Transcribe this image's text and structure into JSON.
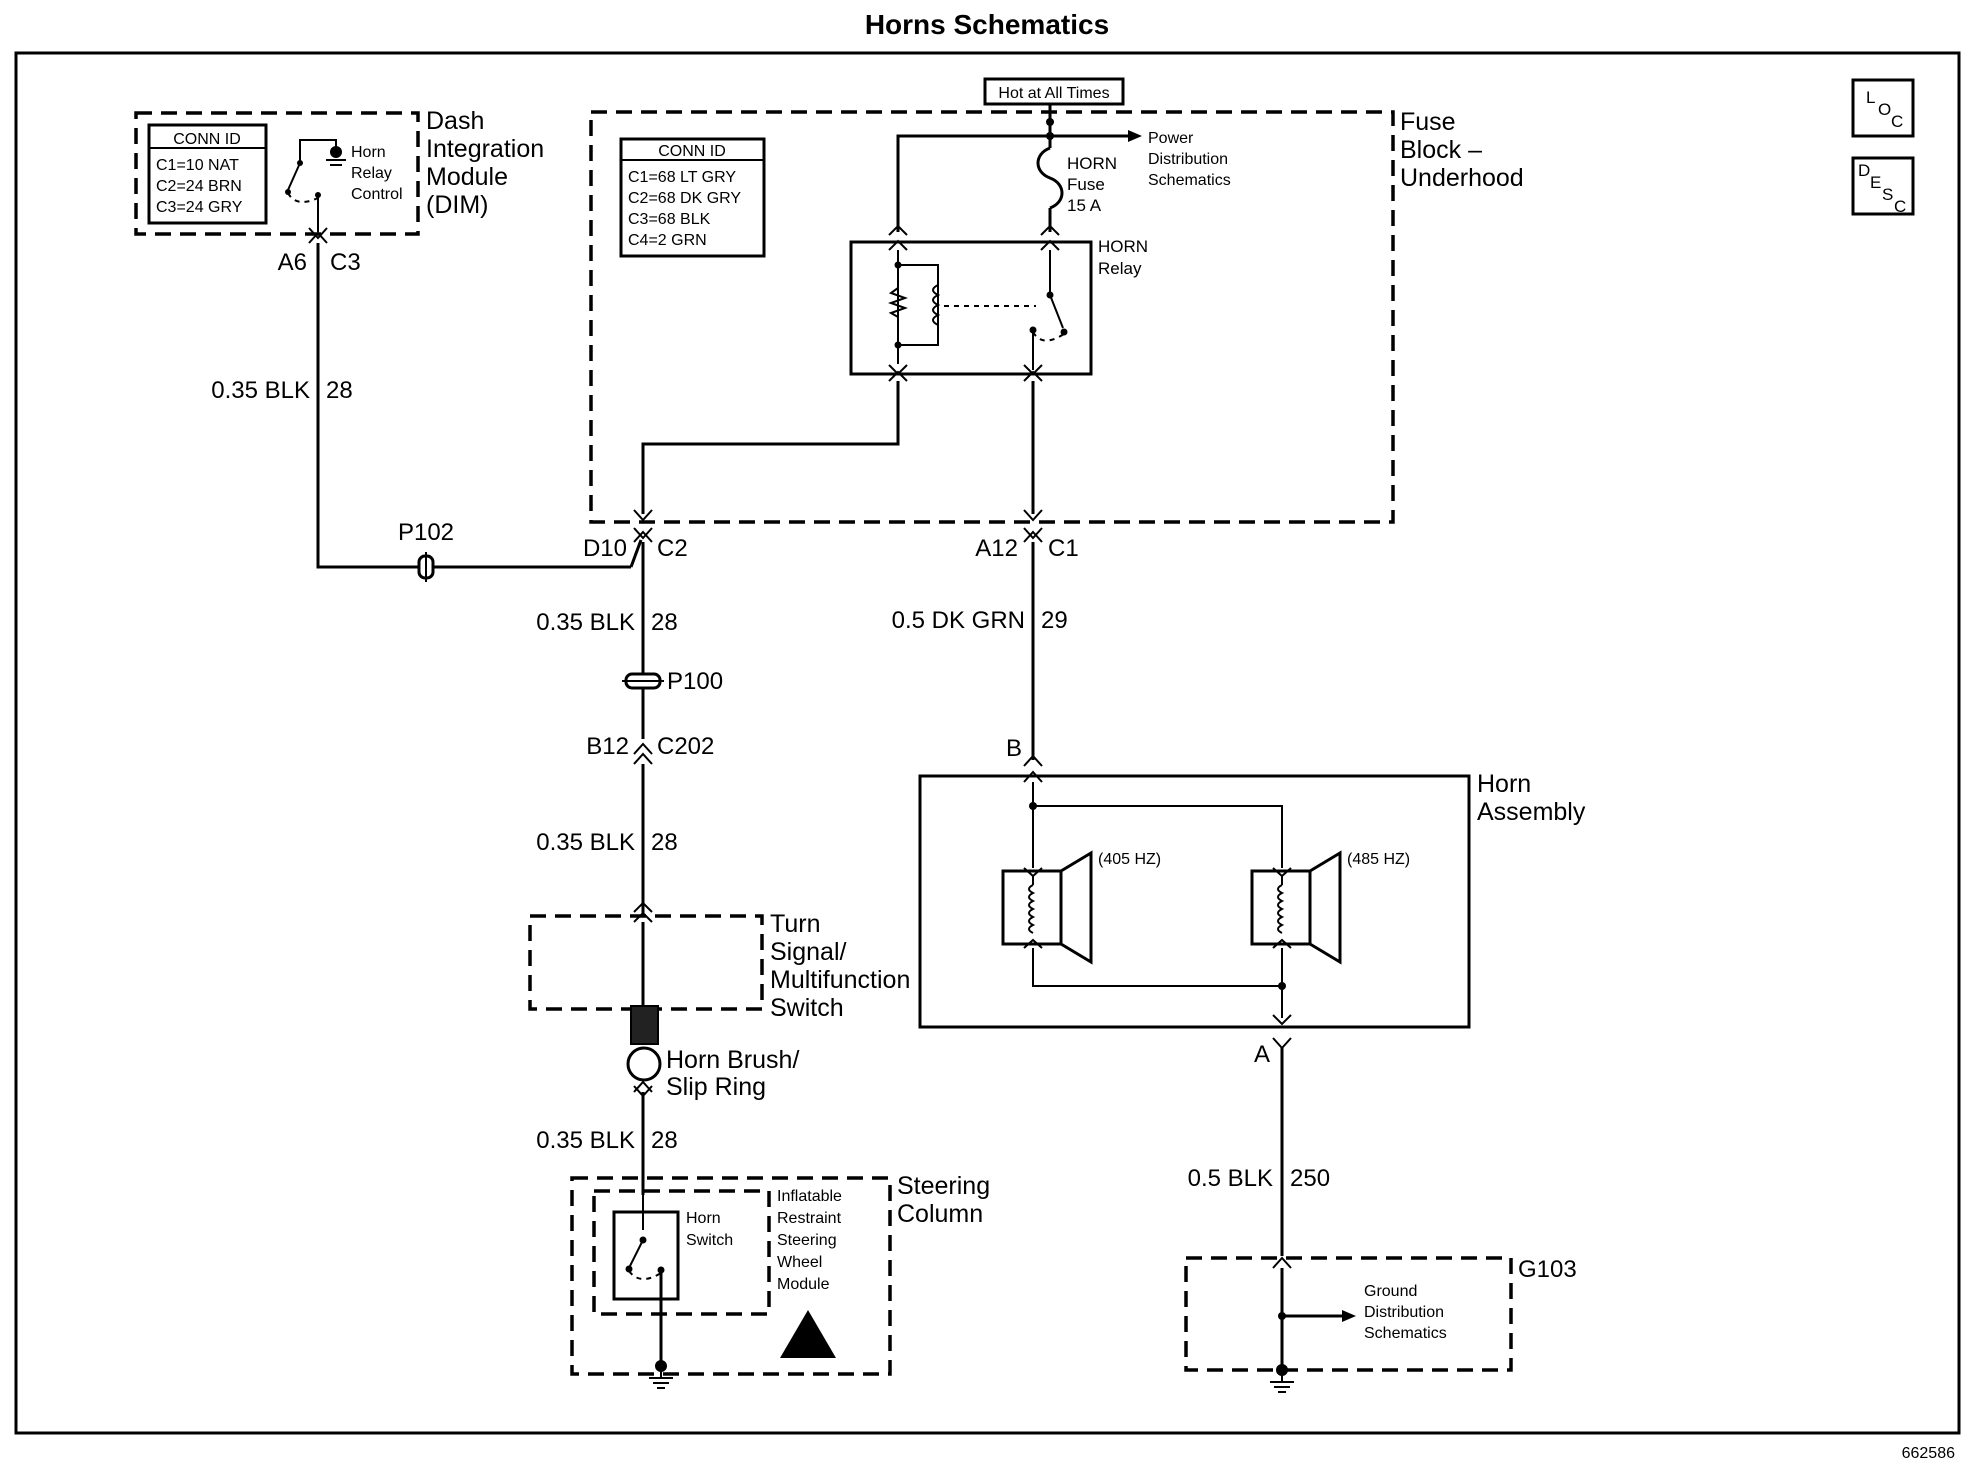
{
  "title": "Horns Schematics",
  "figure_id": "662586",
  "nav": {
    "loc": [
      "L",
      "O",
      "C"
    ],
    "desc": [
      "D",
      "E",
      "S",
      "C"
    ]
  },
  "dim": {
    "name": [
      "Dash",
      "Integration",
      "Module",
      "(DIM)"
    ],
    "conn_title": "CONN ID",
    "conn": [
      "C1=10 NAT",
      "C2=24 BRN",
      "C3=24 GRY"
    ],
    "switch_label": [
      "Horn",
      "Relay",
      "Control"
    ],
    "pin": "A6",
    "connector": "C3"
  },
  "fuse_block": {
    "name": [
      "Fuse",
      "Block –",
      "Underhood"
    ],
    "conn_title": "CONN ID",
    "conn": [
      "C1=68 LT GRY",
      "C2=68 DK GRY",
      "C3=68 BLK",
      "C4=2 GRN"
    ],
    "hot": "Hot at All Times",
    "power": [
      "Power",
      "Distribution",
      "Schematics"
    ],
    "fuse": [
      "HORN",
      "Fuse",
      "15 A"
    ],
    "relay": [
      "HORN",
      "Relay"
    ]
  },
  "wires": {
    "w1": "0.35 BLK",
    "w1n": "28",
    "w2": "0.35 BLK",
    "w2n": "28",
    "w3": "0.35 BLK",
    "w3n": "28",
    "w4": "0.35 BLK",
    "w4n": "28",
    "w5": "0.5 DK GRN",
    "w5n": "29",
    "w6": "0.5 BLK",
    "w6n": "250"
  },
  "connectors": {
    "p102": "P102",
    "d10": "D10",
    "c2": "C2",
    "a12": "A12",
    "c1": "C1",
    "p100": "P100",
    "b12": "B12",
    "c202": "C202",
    "b": "B",
    "a": "A"
  },
  "turn_signal": [
    "Turn",
    "Signal/",
    "Multifunction",
    "Switch"
  ],
  "horn_brush": [
    "Horn Brush/",
    "Slip Ring"
  ],
  "steering": {
    "name": [
      "Steering",
      "Column"
    ],
    "switch": [
      "Horn",
      "Switch"
    ],
    "module": [
      "Inflatable",
      "Restraint",
      "Steering",
      "Wheel",
      "Module"
    ]
  },
  "horn_assembly": {
    "name": [
      "Horn",
      "Assembly"
    ],
    "h1": "(405 HZ)",
    "h2": "(485 HZ)"
  },
  "ground": {
    "id": "G103",
    "label": [
      "Ground",
      "Distribution",
      "Schematics"
    ]
  }
}
